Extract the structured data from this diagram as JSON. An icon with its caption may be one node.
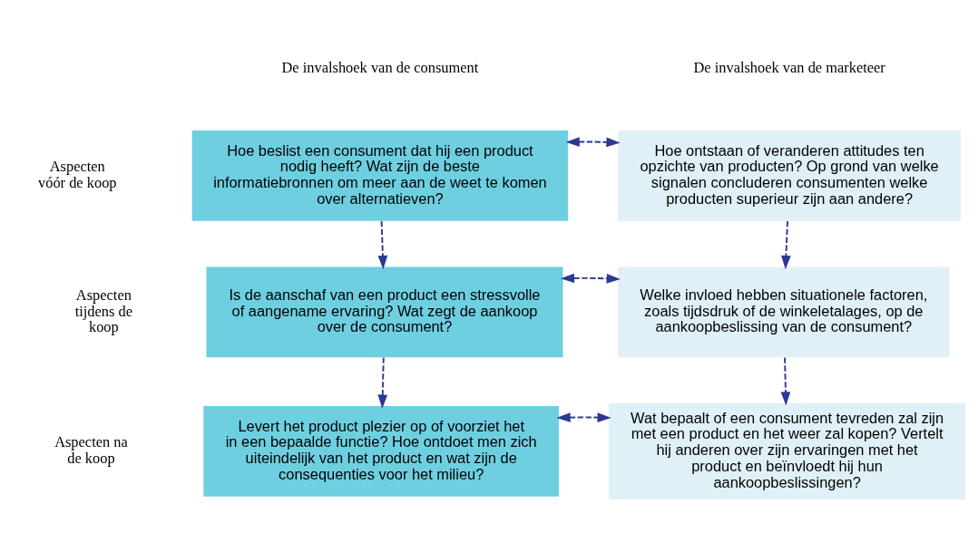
{
  "diagram": {
    "nodes": [
      {
        "text": [
          "Hoe beslist een consument dat hij een product nodig heeft? Wat zijn de beste informatiebronnen om meer aan de weet te komen over alternatieven?"
        ]
      },
      {
        "text": [
          "Hoe ontstaan of veranderen attitudes ten opzichte van producten? Op grond van welke signalen concluderen consumenten welke producten superieur zijn aan andere?"
        ]
      },
      {
        "text": [
          "Is de aanschaf van een product een stressvolle of aangename ervaring? Wat zegt de aankoop over de consument?"
        ]
      },
      {
        "text": [
          "Welke invloed hebben situationele factoren, zoals tijdsdruk of de winkeletalages, op de aankoopbeslissing van de consument?"
        ]
      },
      {
        "text": [
          "Levert het product plezier op of voorziet het in een bepaalde functie? Hoe ontdoet men zich uiteindelijk van het product en wat zijn de consequenties voor het milieu?"
        ]
      },
      {
        "text": [
          "Wat bepaalt of een consument tevreden zal zijn met een product en het weer zal kopen? Vertelt hij anderen over zijn ervaringen met het product en beïnvloedt hij hun aankoopbeslissingen?"
        ]
      }
    ],
    "edges": [
      {
        "from": 0,
        "to": 1,
        "arrow": "both",
        "style": "dashed"
      },
      {
        "from": 0,
        "to": 2,
        "arrow": "to",
        "style": "dashed"
      },
      {
        "from": 1,
        "to": 3,
        "arrow": "to",
        "style": "dashed"
      },
      {
        "from": 2,
        "to": 3,
        "arrow": "both",
        "style": "dashed"
      },
      {
        "from": 2,
        "to": 4,
        "arrow": "to",
        "style": "dashed"
      },
      {
        "from": 3,
        "to": 5,
        "arrow": "to",
        "style": "dashed"
      },
      {
        "from": 4,
        "to": 5,
        "arrow": "both",
        "style": "dashed"
      }
    ],
    "labels": [
      "De invalshoek van de consument",
      "De invalshoek van de marketeer",
      "Aspecten vóór de koop",
      "Aspecten tijdens de koop",
      "Aspecten na de koop"
    ]
  }
}
